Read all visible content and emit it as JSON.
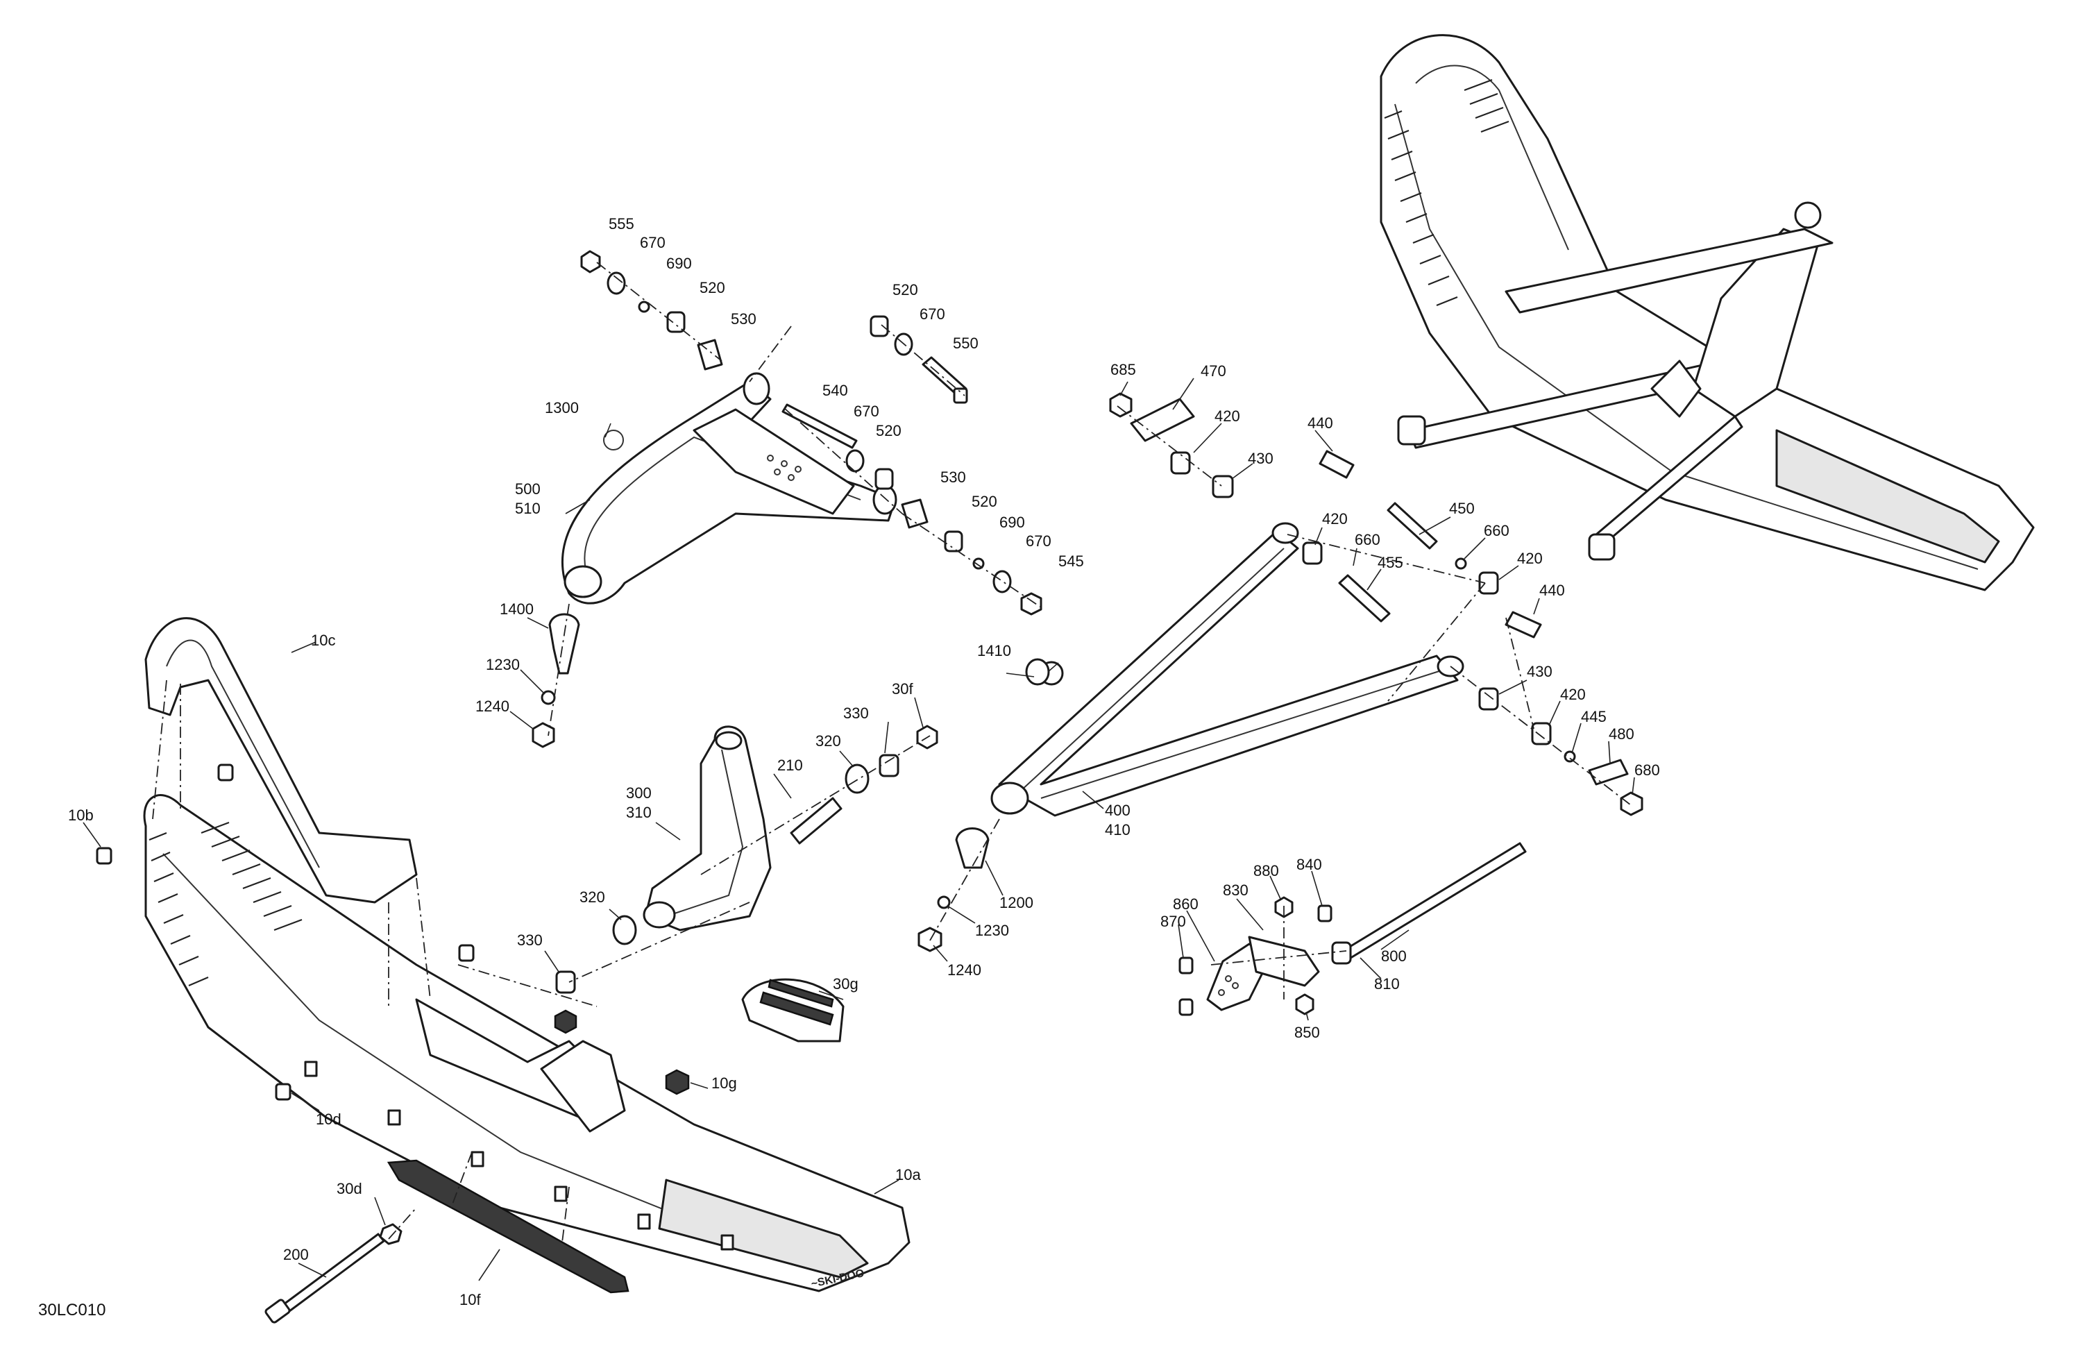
{
  "drawing_code": "30LC010",
  "ski_logo": "~SKI-DOO",
  "callouts": [
    {
      "id": "555",
      "label": "555"
    },
    {
      "id": "670a",
      "label": "670"
    },
    {
      "id": "690a",
      "label": "690"
    },
    {
      "id": "520a",
      "label": "520"
    },
    {
      "id": "530a",
      "label": "530"
    },
    {
      "id": "520b",
      "label": "520"
    },
    {
      "id": "670b",
      "label": "670"
    },
    {
      "id": "550",
      "label": "550"
    },
    {
      "id": "540",
      "label": "540"
    },
    {
      "id": "670c",
      "label": "670"
    },
    {
      "id": "520c",
      "label": "520"
    },
    {
      "id": "1300",
      "label": "1300"
    },
    {
      "id": "500",
      "label": "500"
    },
    {
      "id": "510",
      "label": "510"
    },
    {
      "id": "530b",
      "label": "530"
    },
    {
      "id": "520d",
      "label": "520"
    },
    {
      "id": "690b",
      "label": "690"
    },
    {
      "id": "670d",
      "label": "670"
    },
    {
      "id": "545",
      "label": "545"
    },
    {
      "id": "1400",
      "label": "1400"
    },
    {
      "id": "1230a",
      "label": "1230"
    },
    {
      "id": "1240a",
      "label": "1240"
    },
    {
      "id": "10c",
      "label": "10c"
    },
    {
      "id": "10b",
      "label": "10b"
    },
    {
      "id": "300",
      "label": "300"
    },
    {
      "id": "310",
      "label": "310"
    },
    {
      "id": "210",
      "label": "210"
    },
    {
      "id": "320a",
      "label": "320"
    },
    {
      "id": "330a",
      "label": "330"
    },
    {
      "id": "30f",
      "label": "30f"
    },
    {
      "id": "320b",
      "label": "320"
    },
    {
      "id": "330b",
      "label": "330"
    },
    {
      "id": "30g",
      "label": "30g"
    },
    {
      "id": "10g",
      "label": "10g"
    },
    {
      "id": "10d",
      "label": "10d"
    },
    {
      "id": "30d",
      "label": "30d"
    },
    {
      "id": "200",
      "label": "200"
    },
    {
      "id": "10f",
      "label": "10f"
    },
    {
      "id": "10a",
      "label": "10a"
    },
    {
      "id": "685",
      "label": "685"
    },
    {
      "id": "470",
      "label": "470"
    },
    {
      "id": "420a",
      "label": "420"
    },
    {
      "id": "430a",
      "label": "430"
    },
    {
      "id": "440a",
      "label": "440"
    },
    {
      "id": "420b",
      "label": "420"
    },
    {
      "id": "450",
      "label": "450"
    },
    {
      "id": "660a",
      "label": "660"
    },
    {
      "id": "660b",
      "label": "660"
    },
    {
      "id": "455",
      "label": "455"
    },
    {
      "id": "420c",
      "label": "420"
    },
    {
      "id": "440b",
      "label": "440"
    },
    {
      "id": "430b",
      "label": "430"
    },
    {
      "id": "420d",
      "label": "420"
    },
    {
      "id": "445",
      "label": "445"
    },
    {
      "id": "480",
      "label": "480"
    },
    {
      "id": "680",
      "label": "680"
    },
    {
      "id": "1410",
      "label": "1410"
    },
    {
      "id": "400",
      "label": "400"
    },
    {
      "id": "410",
      "label": "410"
    },
    {
      "id": "1200",
      "label": "1200"
    },
    {
      "id": "1230b",
      "label": "1230"
    },
    {
      "id": "1240b",
      "label": "1240"
    },
    {
      "id": "880",
      "label": "880"
    },
    {
      "id": "840",
      "label": "840"
    },
    {
      "id": "830",
      "label": "830"
    },
    {
      "id": "860",
      "label": "860"
    },
    {
      "id": "870",
      "label": "870"
    },
    {
      "id": "800",
      "label": "800"
    },
    {
      "id": "810",
      "label": "810"
    },
    {
      "id": "850",
      "label": "850"
    }
  ]
}
